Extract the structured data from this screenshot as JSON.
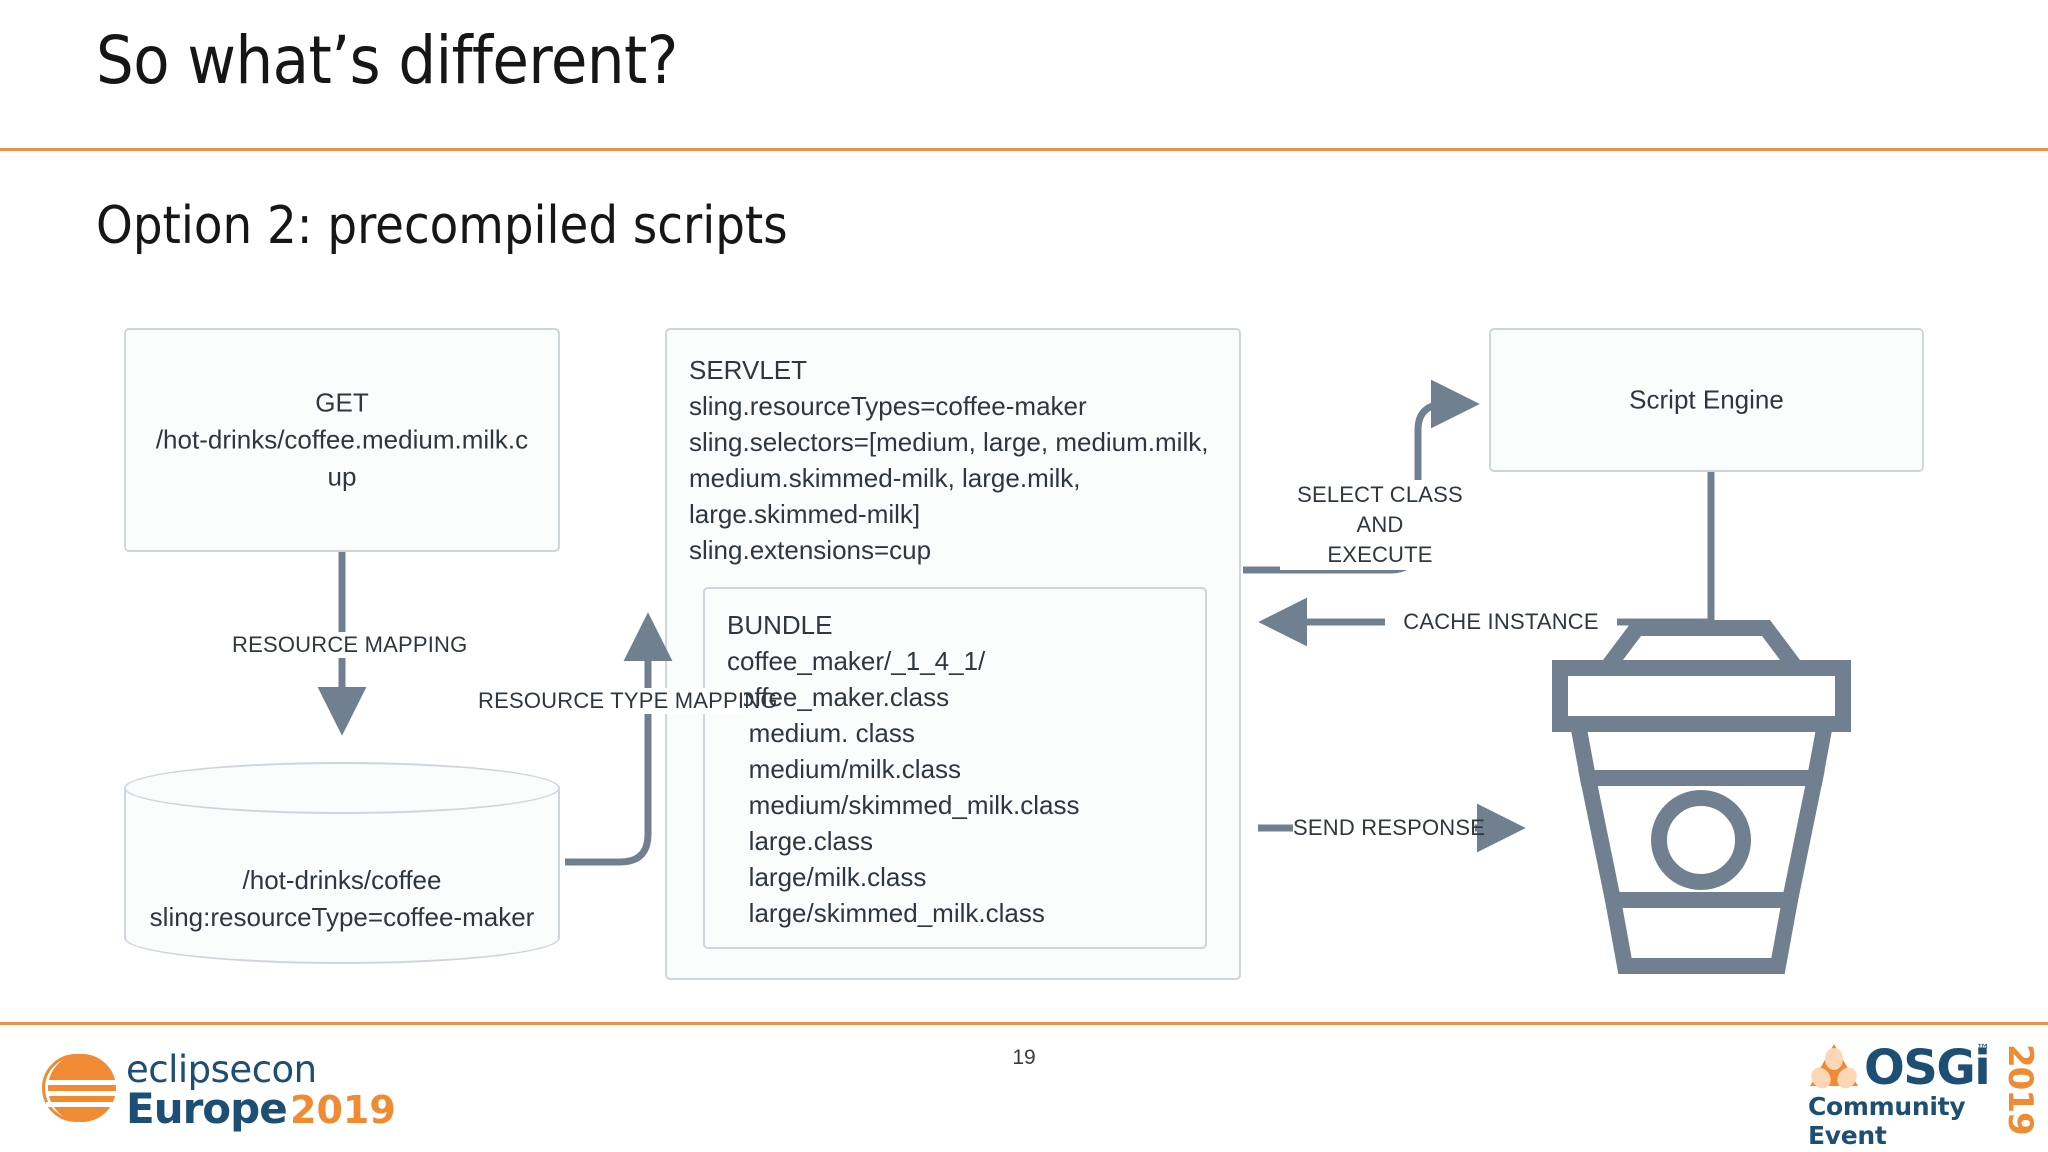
{
  "slide": {
    "title": "So what’s different?",
    "subtitle": "Option 2: precompiled scripts",
    "page_number": "19",
    "accent_color": "#e8924a",
    "node_border_color": "#ccd6dc",
    "arrow_color": "#718090",
    "text_color": "#2e3740"
  },
  "diagram": {
    "request_box": {
      "line1": "GET",
      "line2": "/hot-drinks/coffee.medium.milk.c",
      "line3": "up"
    },
    "servlet_box": {
      "title": "SERVLET",
      "lines": "SERVLET\nsling.resourceTypes=coffee-maker\nsling.selectors=[medium, large, medium.milk,\nmedium.skimmed-milk, large.milk,\nlarge.skimmed-milk]\nsling.extensions=cup"
    },
    "bundle_box": {
      "title": "BUNDLE",
      "lines": "BUNDLE\ncoffee_maker/_1_4_1/\ncoffee_maker.class\n   medium. class\n   medium/milk.class\n   medium/skimmed_milk.class\n   large.class\n   large/milk.class\n   large/skimmed_milk.class"
    },
    "repository_cylinder": {
      "line1": "/hot-drinks/coffee",
      "line2": "sling:resourceType=coffee-maker"
    },
    "script_engine_box": {
      "label": "Script Engine"
    },
    "edges": [
      {
        "id": "resource-mapping",
        "label": "RESOURCE MAPPING"
      },
      {
        "id": "resource-type-mapping",
        "label": "RESOURCE TYPE MAPPING"
      },
      {
        "id": "select-class-and-execute",
        "label": "SELECT CLASS AND\nEXECUTE",
        "label_line1": "SELECT CLASS AND",
        "label_line2": "EXECUTE"
      },
      {
        "id": "cache-instance",
        "label": "CACHE INSTANCE"
      },
      {
        "id": "send-response",
        "label": "SEND RESPONSE"
      }
    ],
    "coffee_cup_icon": "coffee-cup-icon"
  },
  "footer": {
    "eclipsecon": {
      "word1": "eclipsecon",
      "word2": "Europe",
      "year": "2019",
      "mark_color": "#f08a33",
      "text_color": "#1d4e73"
    },
    "osgi": {
      "word": "OSGi",
      "tm": "™",
      "subtitle": "Community Event",
      "year": "2019",
      "mark_color": "#f08a33",
      "text_color": "#1d4e73"
    }
  }
}
